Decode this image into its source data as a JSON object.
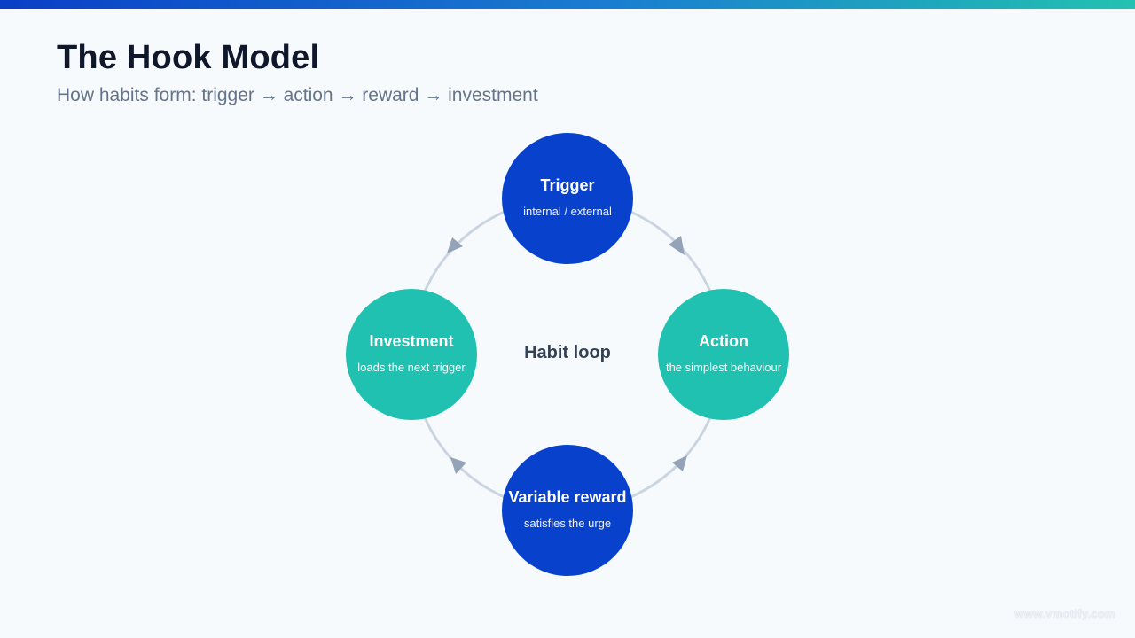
{
  "slide": {
    "title": "The Hook Model",
    "subtitle": "How habits form: trigger → action → reward → investment"
  },
  "diagram": {
    "center_label": "Habit loop",
    "nodes": [
      {
        "id": "trigger",
        "name": "Trigger",
        "description": "internal / external",
        "color": "#0741cc"
      },
      {
        "id": "action",
        "name": "Action",
        "description": "the simplest behaviour",
        "color": "#20c1b1"
      },
      {
        "id": "reward",
        "name": "Variable reward",
        "description": "satisfies the urge",
        "color": "#0741cc"
      },
      {
        "id": "investment",
        "name": "Investment",
        "description": "loads the next trigger",
        "color": "#20c1b1"
      }
    ],
    "ring_color": "#cbd5e1",
    "arrow_color": "#94a3b8"
  },
  "watermark": "www.vmotify.com"
}
